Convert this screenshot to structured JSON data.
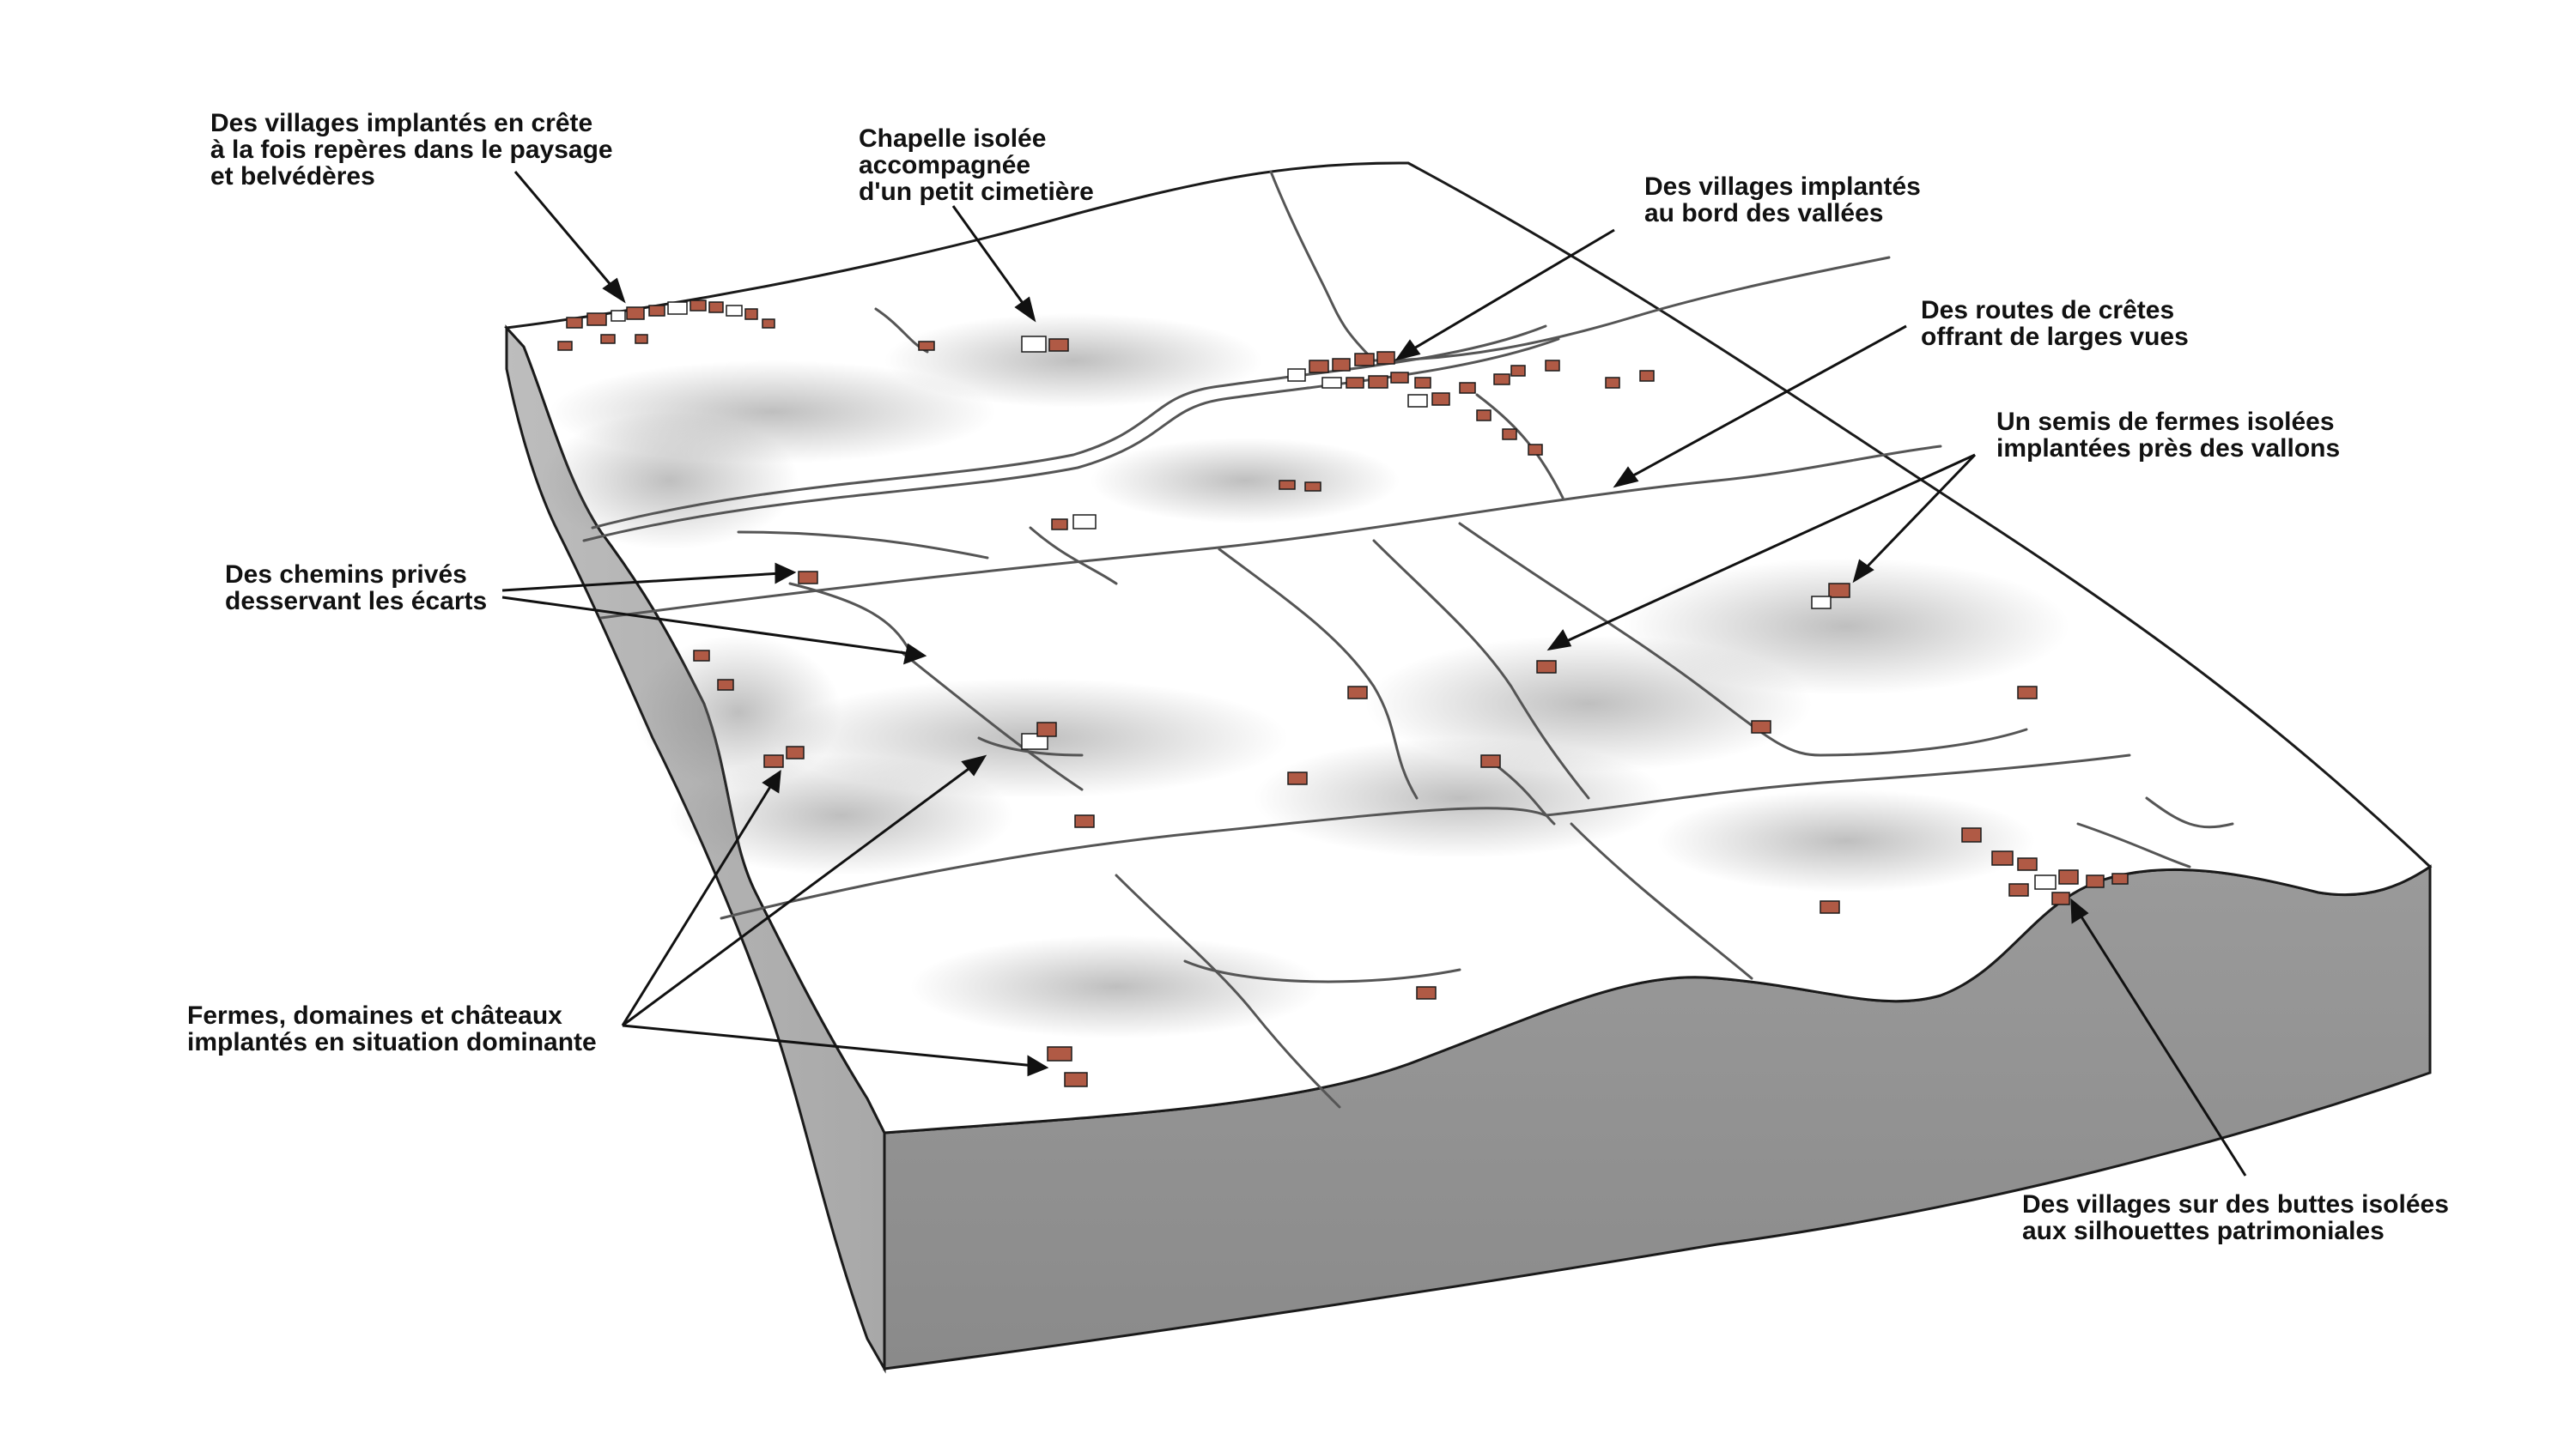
{
  "colors": {
    "terrain_top": "#ffffff",
    "terrain_side": "#8f8f8f",
    "terrain_side_light": "#b9b9b9",
    "shadow": "#9a9a9a",
    "road": "#555555",
    "roof": "#b05a45",
    "outline": "#1a1a1a"
  },
  "annotations": [
    {
      "id": "ridge-villages",
      "lines": [
        "Des villages implantés en crête",
        "à la fois repères dans le paysage",
        "et belvédères"
      ]
    },
    {
      "id": "chapel",
      "lines": [
        "Chapelle isolée",
        "accompagnée",
        "d'un petit cimetière"
      ]
    },
    {
      "id": "valley-villages",
      "lines": [
        "Des villages implantés",
        "au bord des vallées"
      ]
    },
    {
      "id": "ridge-roads",
      "lines": [
        "Des routes de crêtes",
        "offrant de larges vues"
      ]
    },
    {
      "id": "isolated-farms",
      "lines": [
        "Un semis de fermes isolées",
        "implantées près des vallons"
      ]
    },
    {
      "id": "private-paths",
      "lines": [
        "Des chemins privés",
        "desservant les écarts"
      ]
    },
    {
      "id": "dominant-farms",
      "lines": [
        "Fermes, domaines et châteaux",
        "implantés en situation dominante"
      ]
    },
    {
      "id": "butte-villages",
      "lines": [
        "Des villages sur des buttes isolées",
        "aux silhouettes patrimoniales"
      ]
    }
  ]
}
